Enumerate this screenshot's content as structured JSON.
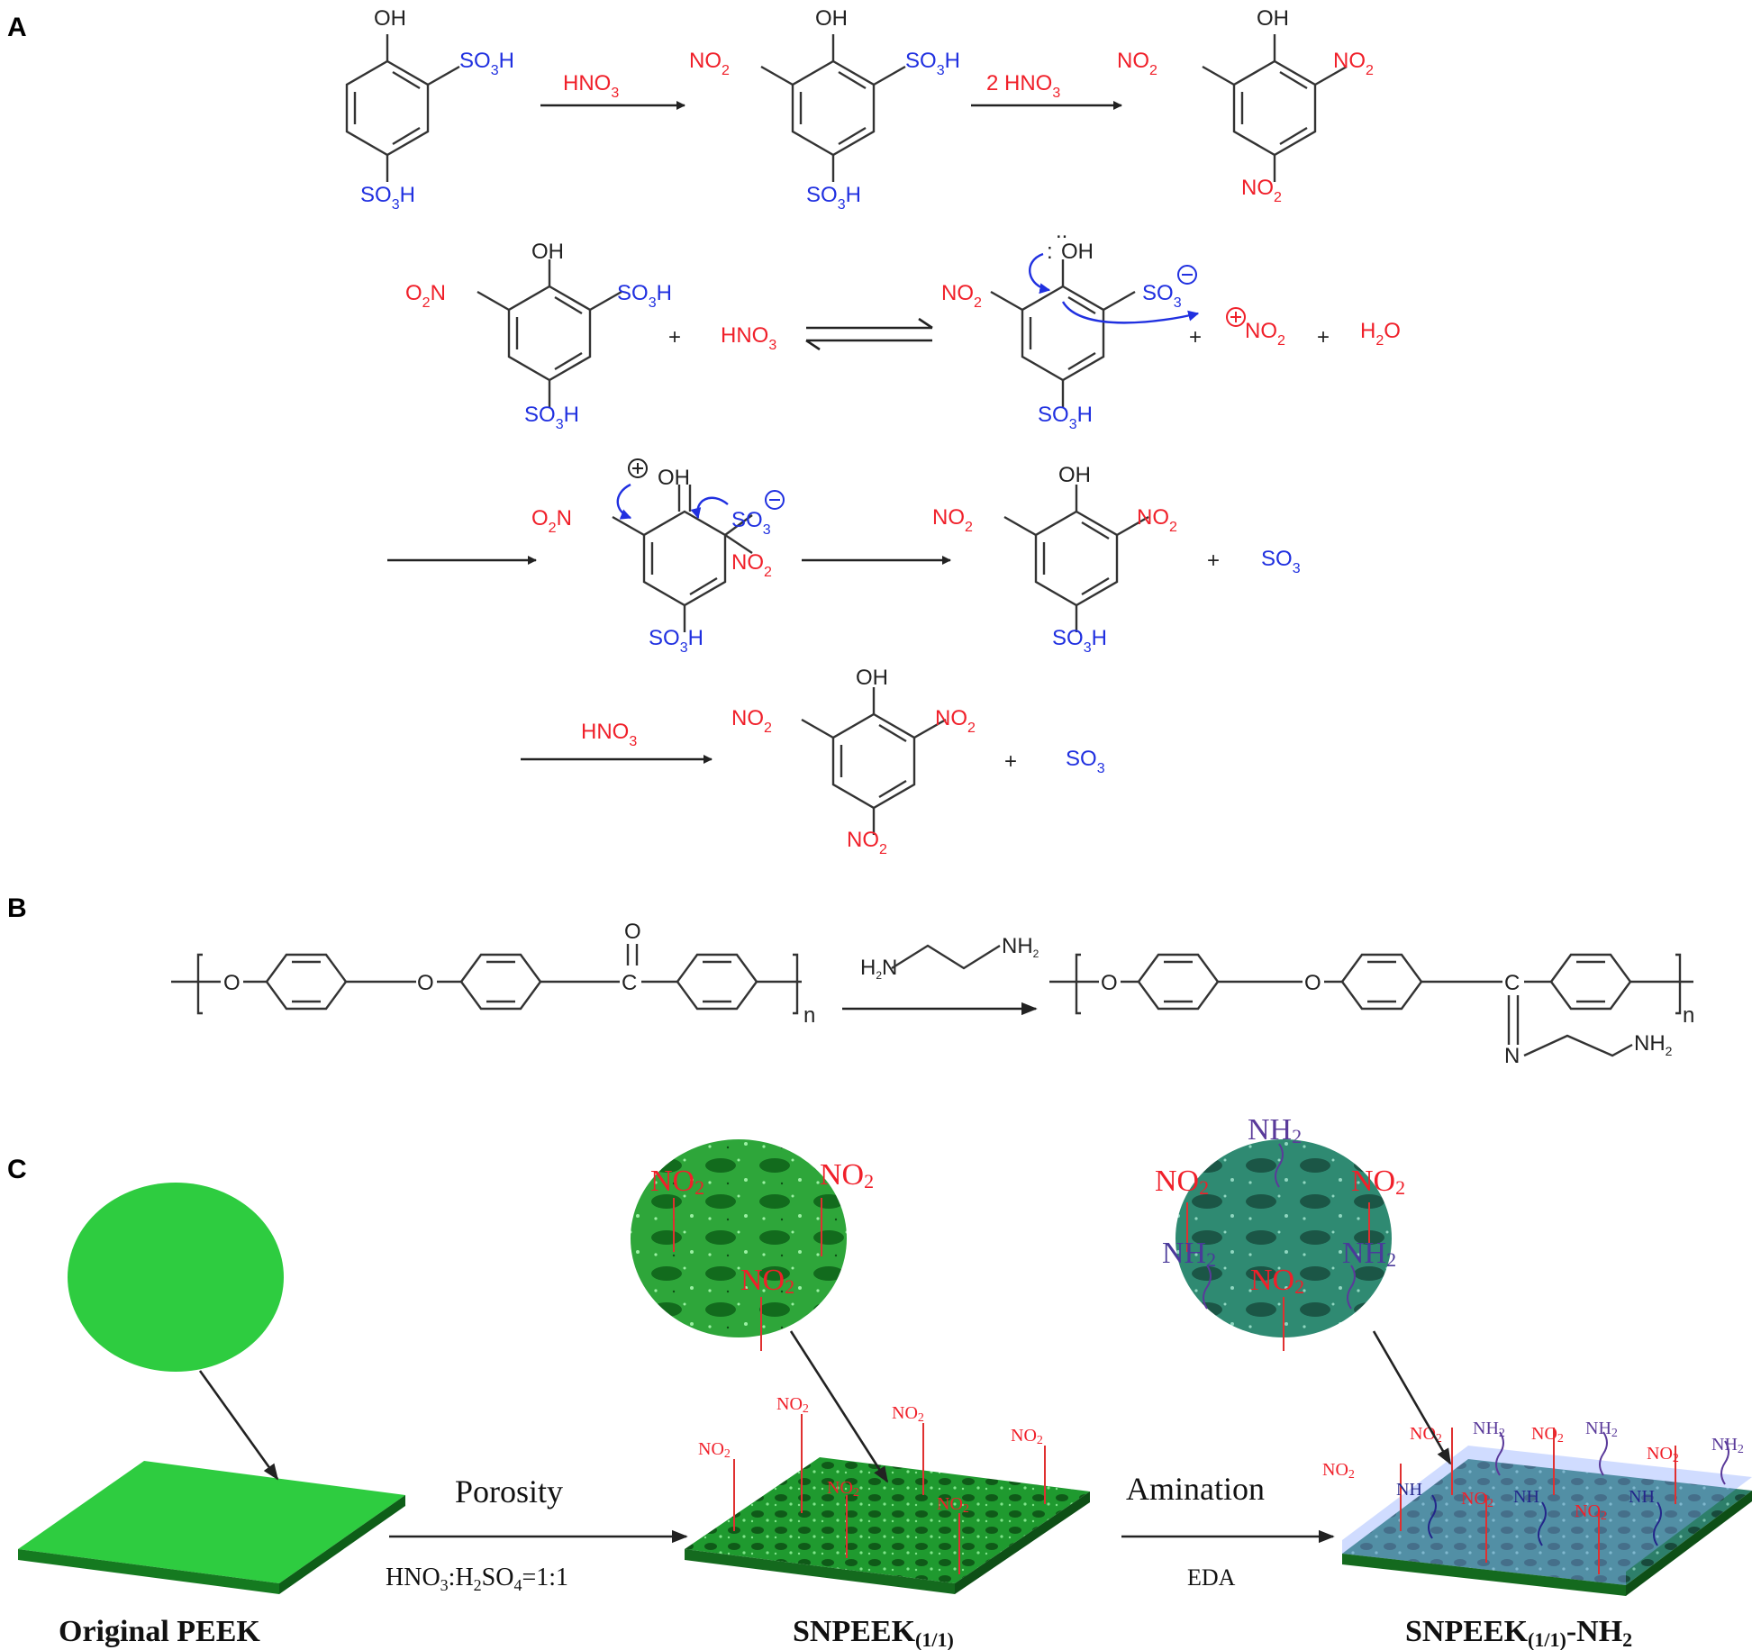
{
  "panels": {
    "a": "A",
    "b": "B",
    "c": "C"
  },
  "groups": {
    "oh": "OH",
    "so3h": "SO",
    "so3h_sub": "3",
    "so3h_h": "H",
    "no2": "NO",
    "no2_sub": "2",
    "o2n": "O",
    "o2n_sub": "2",
    "o2n_n": "N",
    "hno3": "HNO",
    "hno3_sub": "3",
    "two_hno3": "2 HNO",
    "so3": "SO",
    "h2o_h": "H",
    "h2o_o": "O",
    "plus": "+",
    "minus": "−",
    "cplus": "+",
    "lonepair": ":",
    "o": "O",
    "c": "C",
    "n": "N",
    "nsub": "n",
    "h2n": "H",
    "nh": "NH",
    "nh2": "NH",
    "nh_2": "2"
  },
  "panel_c": {
    "porosity": "Porosity",
    "acids_a": "HNO",
    "acids_a_sub": "3",
    "acids_b": ":H",
    "acids_b_sub": "2",
    "acids_c": "SO",
    "acids_c_sub": "4",
    "acids_d": "=1:1",
    "amination": "Amination",
    "eda": "EDA",
    "label_original": "Original PEEK",
    "label_snpeek": "SNPEEK",
    "label_snpeek_sub": "(1/1)",
    "label_snpeek_nh2_sub": "(1/1)",
    "label_snpeek_nh2_tail": "-NH",
    "label_snpeek_nh2_tail_sub": "2"
  },
  "colors": {
    "nitro": "#f0202a",
    "sulfo": "#2030e0",
    "amine": "#5a3a9a",
    "peek_green": "#2ecc40",
    "snpeek_green": "#1e9a2e",
    "aminated_teal": "#2d7f6a"
  }
}
